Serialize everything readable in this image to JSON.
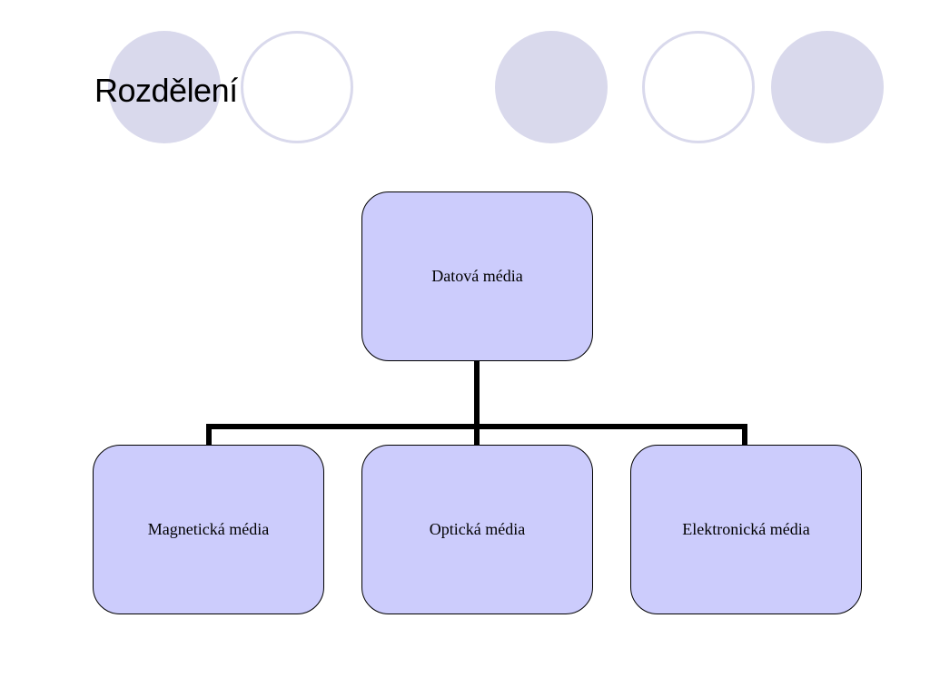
{
  "slide": {
    "title": "Rozdělení"
  },
  "decorations": {
    "circles": [
      "filled",
      "ring",
      "filled",
      "ring",
      "filled"
    ],
    "fill_color": "#d9d9ec"
  },
  "diagram": {
    "root": {
      "label": "Datová média"
    },
    "children": [
      {
        "label": "Magnetická média"
      },
      {
        "label": "Optická média"
      },
      {
        "label": "Elektronická média"
      }
    ],
    "node_color": "#ccccfc",
    "connector_color": "#000000"
  }
}
